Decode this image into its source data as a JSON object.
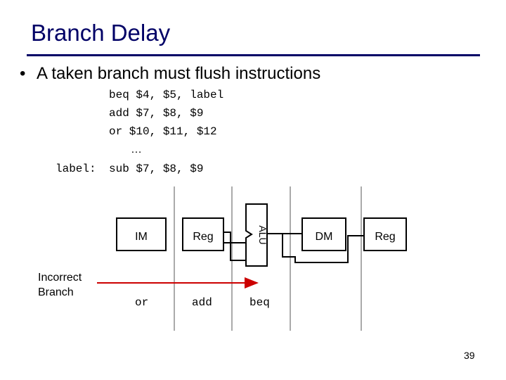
{
  "slide": {
    "title": "Branch Delay",
    "bullet": "A taken branch must flush instructions",
    "page_number": "39"
  },
  "code": {
    "lines": [
      {
        "label": "",
        "instr": "beq $4, $5, label"
      },
      {
        "label": "",
        "instr": "add $7, $8, $9"
      },
      {
        "label": "",
        "instr": "or $10, $11, $12"
      },
      {
        "label": "",
        "instr": "…"
      },
      {
        "label": "label:",
        "instr": "sub $7, $8, $9"
      }
    ]
  },
  "pipeline": {
    "stages": {
      "im": "IM",
      "reg_read": "Reg",
      "alu": "ALU",
      "dm": "DM",
      "reg_write": "Reg"
    },
    "side_label_line1": "Incorrect",
    "side_label_line2": "Branch",
    "in_flight": [
      "or",
      "add",
      "beq"
    ],
    "arrow_color": "#cc0000"
  }
}
